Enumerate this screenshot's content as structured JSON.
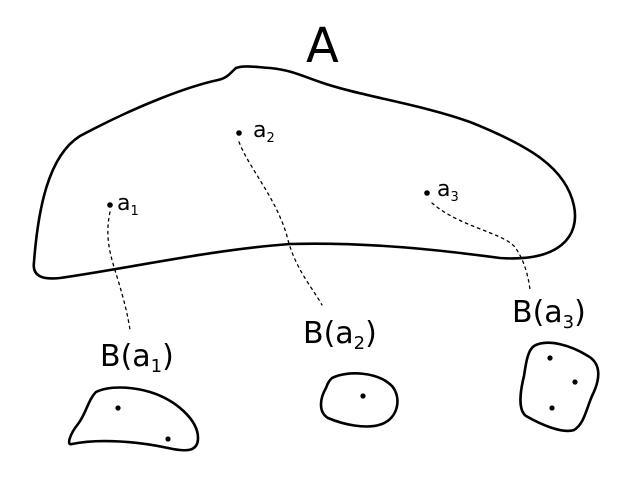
{
  "set_label": "A",
  "points": [
    {
      "label": "a",
      "index": "1"
    },
    {
      "label": "a",
      "index": "2"
    },
    {
      "label": "a",
      "index": "3"
    }
  ],
  "image_labels": [
    {
      "prefix": "B(a",
      "index": "1",
      "suffix": ")"
    },
    {
      "prefix": "B(a",
      "index": "2",
      "suffix": ")"
    },
    {
      "prefix": "B(a",
      "index": "3",
      "suffix": ")"
    }
  ],
  "colors": {
    "ink": "#000000",
    "background": "#ffffff"
  }
}
